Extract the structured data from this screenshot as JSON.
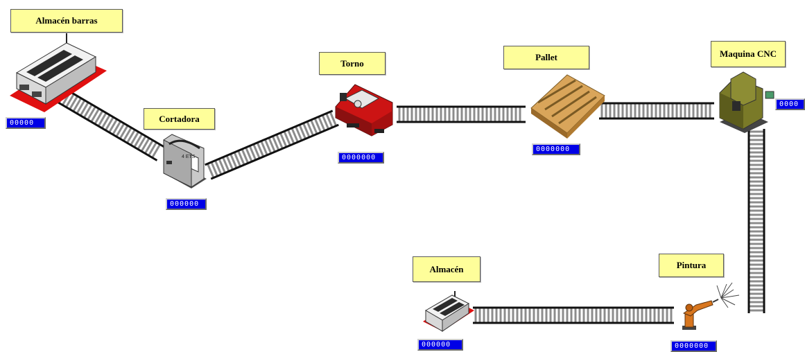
{
  "stations": {
    "almacen_barras": {
      "label": "Almacén barras",
      "counter": "00000"
    },
    "cortadora": {
      "label": "Cortadora",
      "counter": "000000"
    },
    "torno": {
      "label": "Torno",
      "counter": "0000000"
    },
    "pallet": {
      "label": "Pallet",
      "counter": "0000000"
    },
    "maquina_cnc": {
      "label": "Maquina CNC",
      "counter": "0000"
    },
    "pintura": {
      "label": "Pintura",
      "counter": "0000000"
    },
    "almacen": {
      "label": "Almacén",
      "counter": "000000"
    }
  },
  "colors": {
    "label_bg": "#fefe9a",
    "counter_bg": "#0000e6",
    "conveyor_rail": "#111111",
    "conveyor_roller": "#8c8c8c",
    "warehouse_base": "#e01010",
    "lathe_body": "#cc1414",
    "pallet_wood": "#c8963c",
    "cnc_body": "#7a7a28",
    "robot_orange": "#d8761e"
  }
}
